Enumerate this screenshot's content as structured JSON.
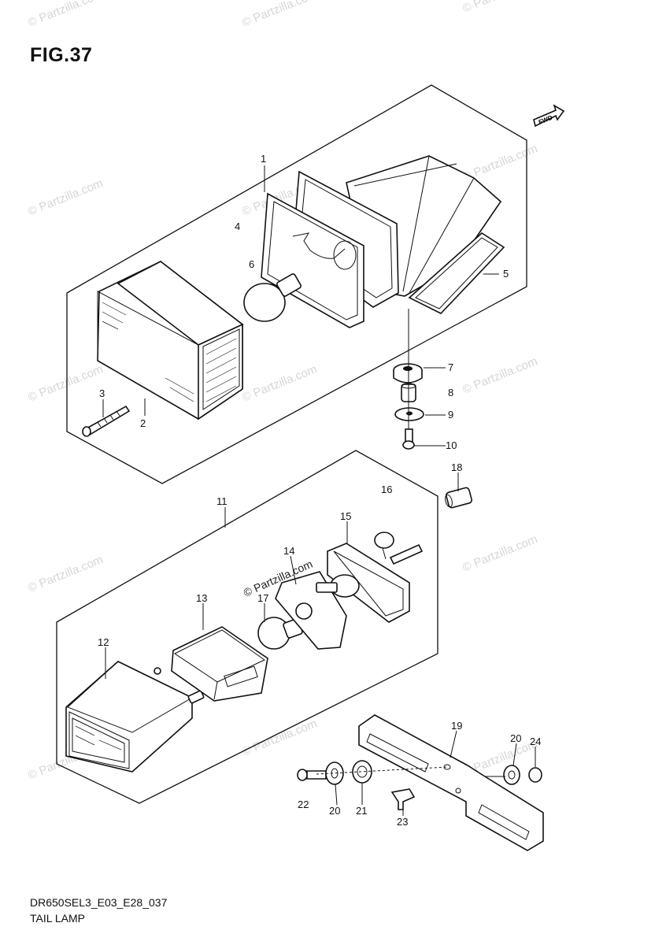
{
  "figure": {
    "title": "FIG.37",
    "code": "DR650SEL3_E03_E28_037",
    "name": "TAIL LAMP",
    "forward_label": "FWD",
    "center_watermark": "© Partzilla.com"
  },
  "watermark_text": "© Partzilla.com",
  "callouts": [
    {
      "id": "1",
      "label": "1"
    },
    {
      "id": "2",
      "label": "2"
    },
    {
      "id": "3",
      "label": "3"
    },
    {
      "id": "4",
      "label": "4"
    },
    {
      "id": "5",
      "label": "5"
    },
    {
      "id": "6",
      "label": "6"
    },
    {
      "id": "7",
      "label": "7"
    },
    {
      "id": "8",
      "label": "8"
    },
    {
      "id": "9",
      "label": "9"
    },
    {
      "id": "10",
      "label": "10"
    },
    {
      "id": "11",
      "label": "11"
    },
    {
      "id": "12",
      "label": "12"
    },
    {
      "id": "13",
      "label": "13"
    },
    {
      "id": "14",
      "label": "14"
    },
    {
      "id": "15",
      "label": "15"
    },
    {
      "id": "16",
      "label": "16"
    },
    {
      "id": "17",
      "label": "17"
    },
    {
      "id": "18",
      "label": "18"
    },
    {
      "id": "19",
      "label": "19"
    },
    {
      "id": "20a",
      "label": "20"
    },
    {
      "id": "20b",
      "label": "20"
    },
    {
      "id": "21",
      "label": "21"
    },
    {
      "id": "22",
      "label": "22"
    },
    {
      "id": "23",
      "label": "23"
    },
    {
      "id": "24",
      "label": "24"
    }
  ]
}
